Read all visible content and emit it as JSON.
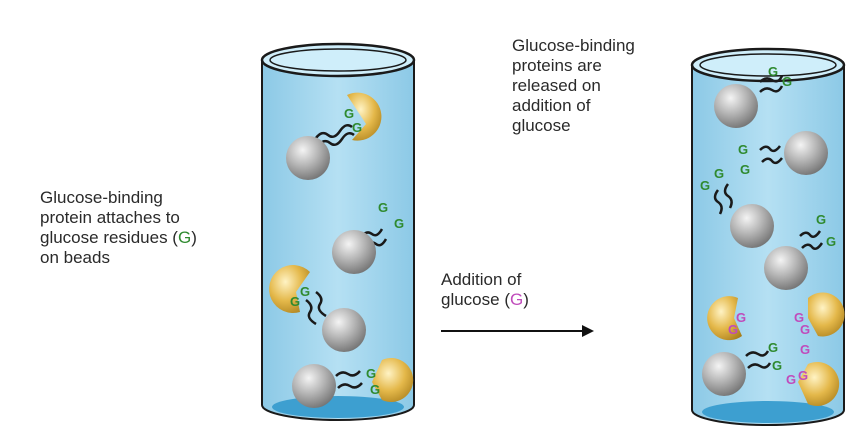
{
  "labels": {
    "left": {
      "line1": "Glucose-binding",
      "line2": "protein attaches to",
      "line3_pre": "glucose residues (",
      "line3_g": "G",
      "line3_post": ")",
      "line4": "on beads"
    },
    "right": {
      "line1": "Glucose-binding",
      "line2": "proteins are",
      "line3": "released on",
      "line4": "addition of",
      "line5": "glucose"
    },
    "middle": {
      "line1": "Addition of",
      "line2_pre": "glucose (",
      "line2_g": "G",
      "line2_post": ")"
    },
    "glucose_letter": "G"
  },
  "colors": {
    "column_fill": "#a8d8ef",
    "column_edge": "#1a1a1a",
    "bead": "#a9a9a9",
    "protein": "#e3b84a",
    "bound_glucose": "#2f8a2f",
    "free_glucose": "#c04bbb",
    "arrow": "#111111"
  }
}
